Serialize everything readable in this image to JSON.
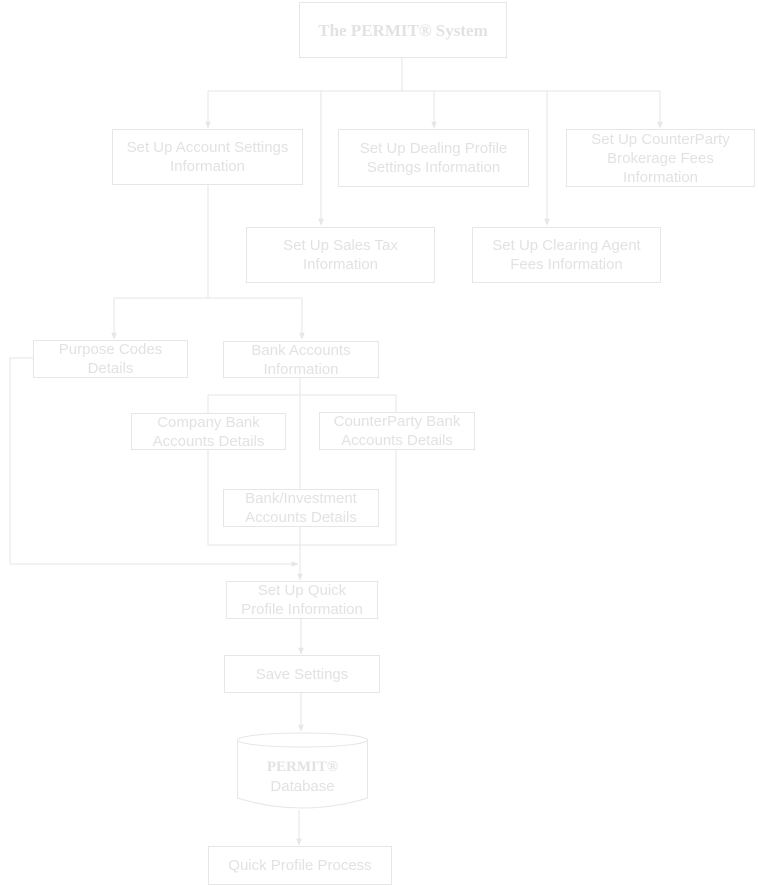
{
  "title": "The PERMIT®  System",
  "nodes": {
    "account_settings": "Set Up Account Settings\nInformation",
    "dealing_profile": "Set Up Dealing Profile\nSettings Information",
    "brokerage_fees": "Set Up CounterParty\nBrokerage Fees\nInformation",
    "sales_tax": "Set Up Sales Tax\nInformation",
    "clearing_agent": "Set Up Clearing Agent\nFees Information",
    "purpose_codes": "Purpose Codes\nDetails",
    "bank_accounts": "Bank Accounts\nInformation",
    "company_bank": "Company Bank\nAccounts Details",
    "counterparty_bank": "CounterParty Bank\nAccounts Details",
    "bank_investment": "Bank/Investment\nAccounts Details",
    "quick_profile": "Set Up Quick\nProfile Information",
    "save_settings": "Save Settings",
    "database_name": "PERMIT®",
    "database_label": "Database",
    "quick_profile_process": "Quick Profile Process"
  },
  "colors": {
    "line": "#e6e6e6",
    "text": "#e2e2e2",
    "background": "#ffffff"
  }
}
